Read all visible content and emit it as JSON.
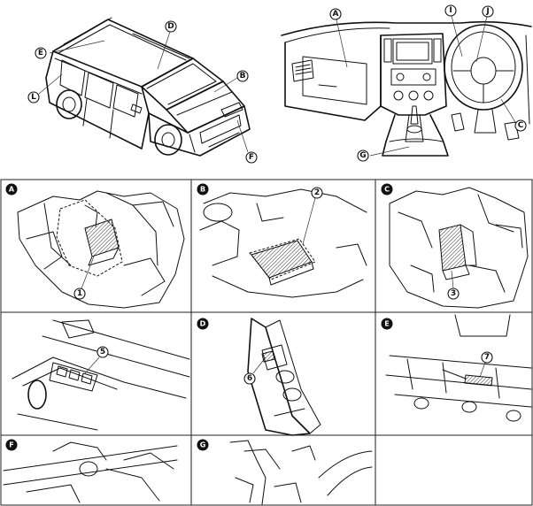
{
  "overview": {
    "vehicle_labels": [
      "D",
      "E",
      "B",
      "L",
      "F"
    ],
    "dash_labels": [
      "A",
      "I",
      "J",
      "C",
      "G"
    ]
  },
  "panels": [
    {
      "label": "A",
      "part": "1"
    },
    {
      "label": "B",
      "part": "2"
    },
    {
      "label": "C",
      "part": "3"
    },
    {
      "label": "",
      "part": "5"
    },
    {
      "label": "D",
      "part": "6"
    },
    {
      "label": "E",
      "part": "7"
    },
    {
      "label": "F",
      "part": ""
    },
    {
      "label": "G",
      "part": ""
    }
  ]
}
